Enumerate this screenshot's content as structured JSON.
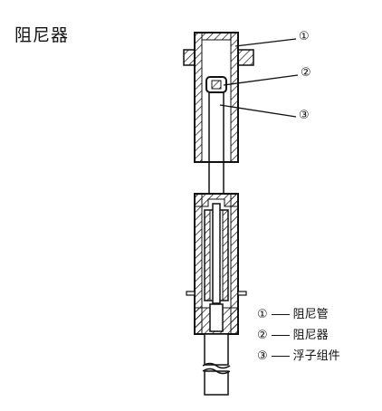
{
  "title": "阻尼器",
  "callouts": [
    "①",
    "②",
    "③"
  ],
  "legend": [
    {
      "num": "①",
      "label": "阻尼管"
    },
    {
      "num": "②",
      "label": "阻尼器"
    },
    {
      "num": "③",
      "label": "浮子组件"
    }
  ]
}
